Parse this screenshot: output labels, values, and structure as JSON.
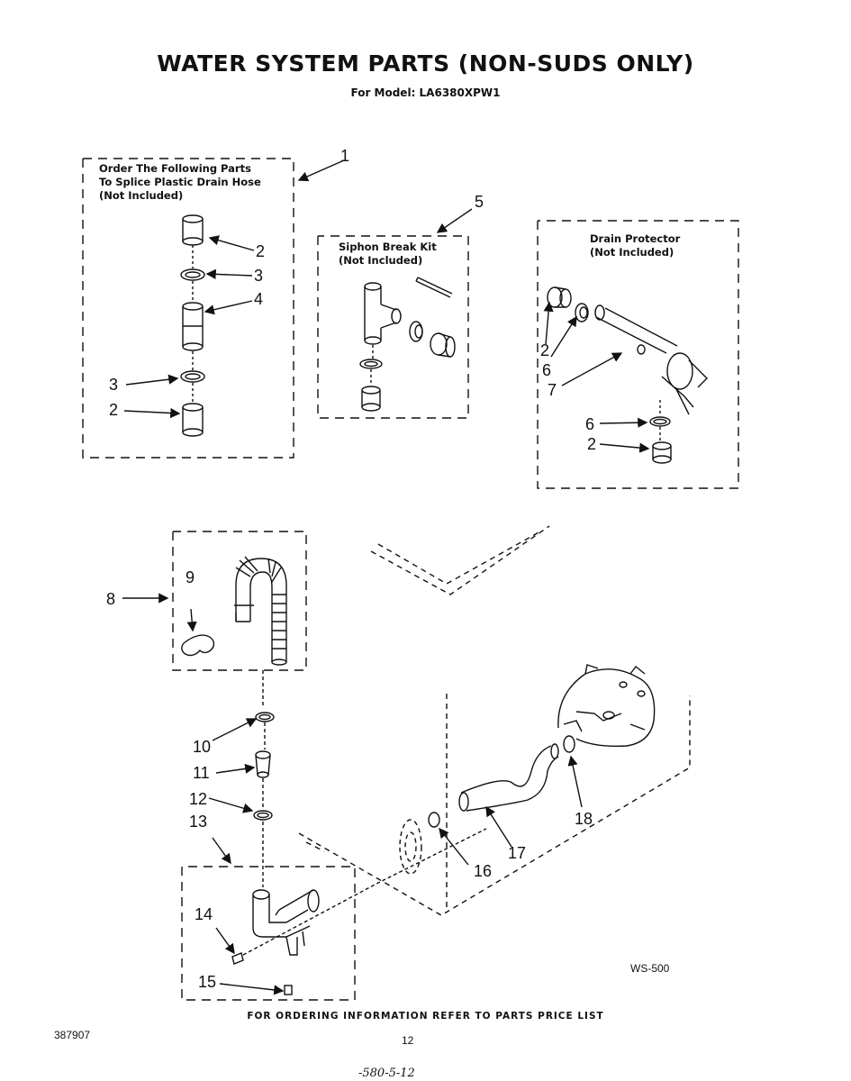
{
  "header": {
    "title": "WATER SYSTEM PARTS (NON-SUDS ONLY)",
    "model": "For Model: LA6380XPW1"
  },
  "splice_box": {
    "lines": [
      "Order The Following Parts",
      "To Splice Plastic Drain Hose",
      "(Not Included)"
    ]
  },
  "siphon_box": {
    "lines": [
      "Siphon Break Kit",
      "(Not Included)"
    ]
  },
  "drain_protector_box": {
    "lines": [
      "Drain Protector",
      "(Not Included)"
    ]
  },
  "callouts": {
    "n1": "1",
    "n2a": "2",
    "n3a": "3",
    "n4": "4",
    "n3b": "3",
    "n2b": "2",
    "n5": "5",
    "n2c": "2",
    "n6a": "6",
    "n7": "7",
    "n6b": "6",
    "n2d": "2",
    "n8": "8",
    "n9": "9",
    "n10": "10",
    "n11": "11",
    "n12": "12",
    "n13": "13",
    "n14": "14",
    "n15": "15",
    "n16": "16",
    "n17": "17",
    "n18": "18"
  },
  "figure_code": "WS-500",
  "footer": {
    "ordering": "FOR ORDERING INFORMATION REFER TO PARTS PRICE LIST",
    "doc_number": "387907",
    "page_number": "12",
    "handwritten_note": "-580-5-12"
  }
}
